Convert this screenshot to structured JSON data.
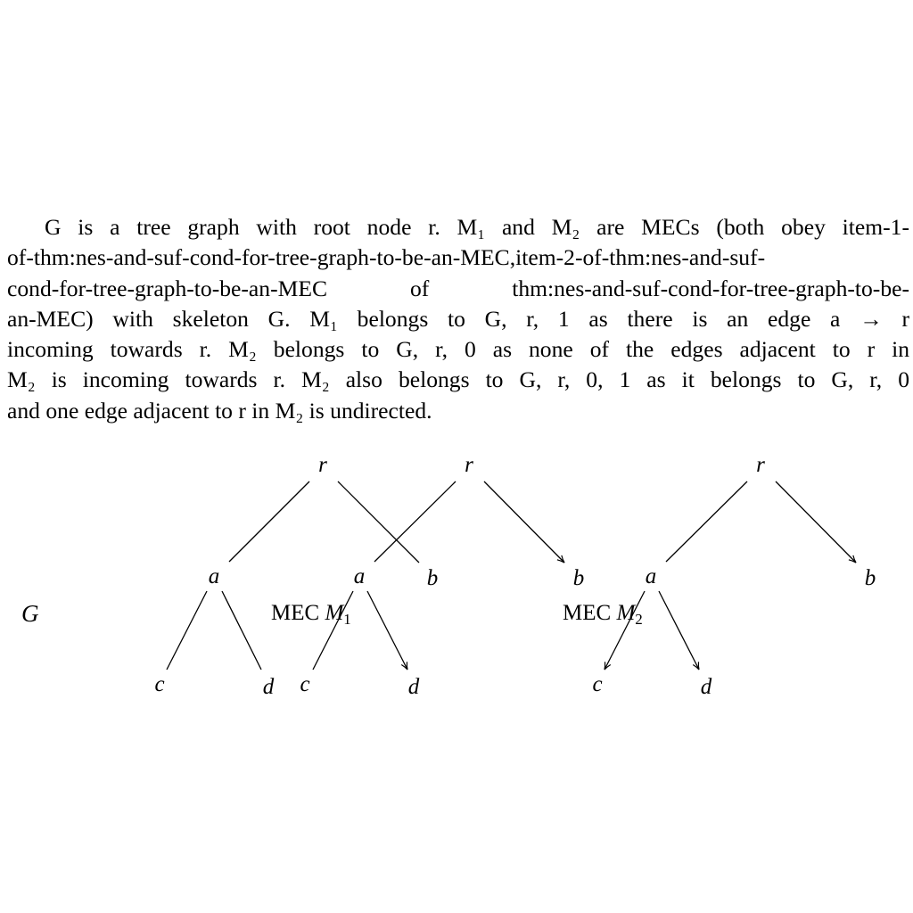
{
  "paragraph": {
    "lines": [
      "G is a tree graph with root node r. M₁ and M₂ are MECs (both obey item-1-",
      "of-thm:nes-and-suf-cond-for-tree-graph-to-be-an-MEC,item-2-of-thm:nes-and-suf-",
      "cond-for-tree-graph-to-be-an-MEC of thm:nes-and-suf-cond-for-tree-graph-to-be-",
      "an-MEC) with skeleton G. M₁ belongs to G, r, 1 as there is an edge a → r",
      "incoming towards r. M₂ belongs to G, r, 0 as none of the edges adjacent to r in",
      "M₂ is incoming towards r. M₂ also belongs to G, r, 0, 1 as it belongs to G, r, 0",
      "and one edge adjacent to r in M₂ is undirected."
    ]
  },
  "figure": {
    "graph_label": "G",
    "node_names": [
      "r",
      "a",
      "b",
      "c",
      "d"
    ],
    "caption_prefix": "MEC ",
    "caption_var": "M",
    "mec1_subscript": "1",
    "mec2_subscript": "2",
    "graphs": [
      {
        "id": "G",
        "edges": [
          {
            "from": "r",
            "to": "a",
            "directed": false
          },
          {
            "from": "r",
            "to": "b",
            "directed": false
          },
          {
            "from": "a",
            "to": "c",
            "directed": false
          },
          {
            "from": "a",
            "to": "d",
            "directed": false
          }
        ]
      },
      {
        "id": "M1",
        "edges": [
          {
            "from": "a",
            "to": "r",
            "directed": false
          },
          {
            "from": "r",
            "to": "b",
            "directed": true
          },
          {
            "from": "a",
            "to": "c",
            "directed": false
          },
          {
            "from": "a",
            "to": "d",
            "directed": true
          }
        ]
      },
      {
        "id": "M2",
        "edges": [
          {
            "from": "r",
            "to": "a",
            "directed": false
          },
          {
            "from": "r",
            "to": "b",
            "directed": true
          },
          {
            "from": "a",
            "to": "c",
            "directed": true
          },
          {
            "from": "a",
            "to": "d",
            "directed": true
          }
        ]
      }
    ]
  }
}
